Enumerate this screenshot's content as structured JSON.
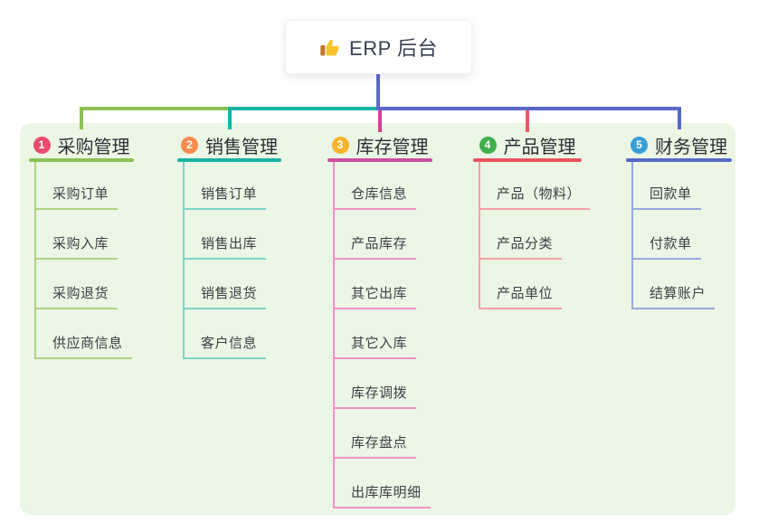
{
  "root": {
    "icon": "thumbs-up",
    "label": "ERP 后台"
  },
  "panel_background": "#ebf6e5",
  "root_connector_color": "#5b68c8",
  "branches": [
    {
      "order": "1",
      "label": "采购管理",
      "badge_color": "#ea4c6c",
      "line_color": "#8cc152",
      "drop_color": "#8cc152",
      "child_line_color": "#aed581",
      "children": [
        "采购订单",
        "采购入库",
        "采购退货",
        "供应商信息"
      ]
    },
    {
      "order": "2",
      "label": "销售管理",
      "badge_color": "#f88c50",
      "line_color": "#17b3a3",
      "drop_color": "#17b3a3",
      "child_line_color": "#7fd4c8",
      "children": [
        "销售订单",
        "销售出库",
        "销售退货",
        "客户信息"
      ]
    },
    {
      "order": "3",
      "label": "库存管理",
      "badge_color": "#f6b42c",
      "line_color": "#cc4d9d",
      "drop_color": "#dd3d95",
      "child_line_color": "#f191c8",
      "children": [
        "仓库信息",
        "产品库存",
        "其它出库",
        "其它入库",
        "库存调拨",
        "库存盘点",
        "出库库明细"
      ]
    },
    {
      "order": "4",
      "label": "产品管理",
      "badge_color": "#3eb04f",
      "line_color": "#e9545f",
      "drop_color": "#f05666",
      "child_line_color": "#f4a0a8",
      "children": [
        "产品（物料）",
        "产品分类",
        "产品单位"
      ]
    },
    {
      "order": "5",
      "label": "财务管理",
      "badge_color": "#38a0d8",
      "line_color": "#5569c8",
      "drop_color": "#5569c8",
      "child_line_color": "#97a9e0",
      "children": [
        "回款单",
        "付款单",
        "结算账户"
      ]
    }
  ]
}
